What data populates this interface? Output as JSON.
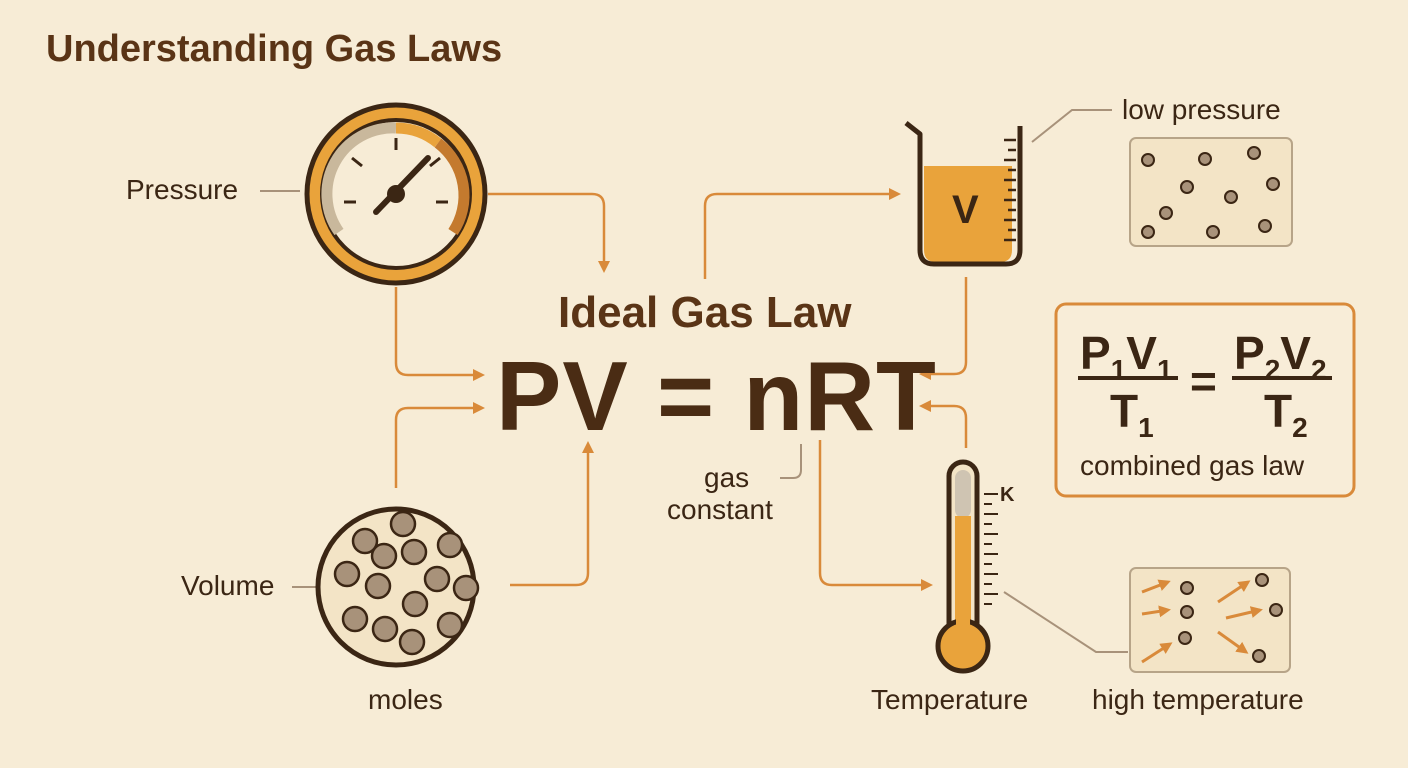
{
  "title": "Understanding Gas Laws",
  "labels": {
    "pressure": "Pressure",
    "volume": "Volume",
    "moles": "moles",
    "temperature": "Temperature",
    "gas": "gas",
    "constant": "constant",
    "low_pressure": "low pressure",
    "high_temperature": "high temperature",
    "beaker_v": "V",
    "kelvin": "K"
  },
  "center": {
    "subtitle": "Ideal Gas Law",
    "equation": "PV = nRT"
  },
  "combined": {
    "num_left_a": "P",
    "num_left_a_sub": "1",
    "num_left_b": "V",
    "num_left_b_sub": "1",
    "den_left": "T",
    "den_left_sub": "1",
    "equals": "=",
    "num_right_a": "P",
    "num_right_a_sub": "2",
    "num_right_b": "V",
    "num_right_b_sub": "2",
    "den_right": "T",
    "den_right_sub": "2",
    "caption": "combined gas law"
  },
  "colors": {
    "background": "#f7ecd6",
    "accent": "#e9a33b",
    "arrow": "#d98a3a",
    "ink": "#3b2614",
    "particle": "#a8927a"
  },
  "icons": {
    "pressure": "pressure-gauge-icon",
    "volume": "beaker-icon",
    "moles": "particle-circle-icon",
    "temperature": "thermometer-icon"
  }
}
